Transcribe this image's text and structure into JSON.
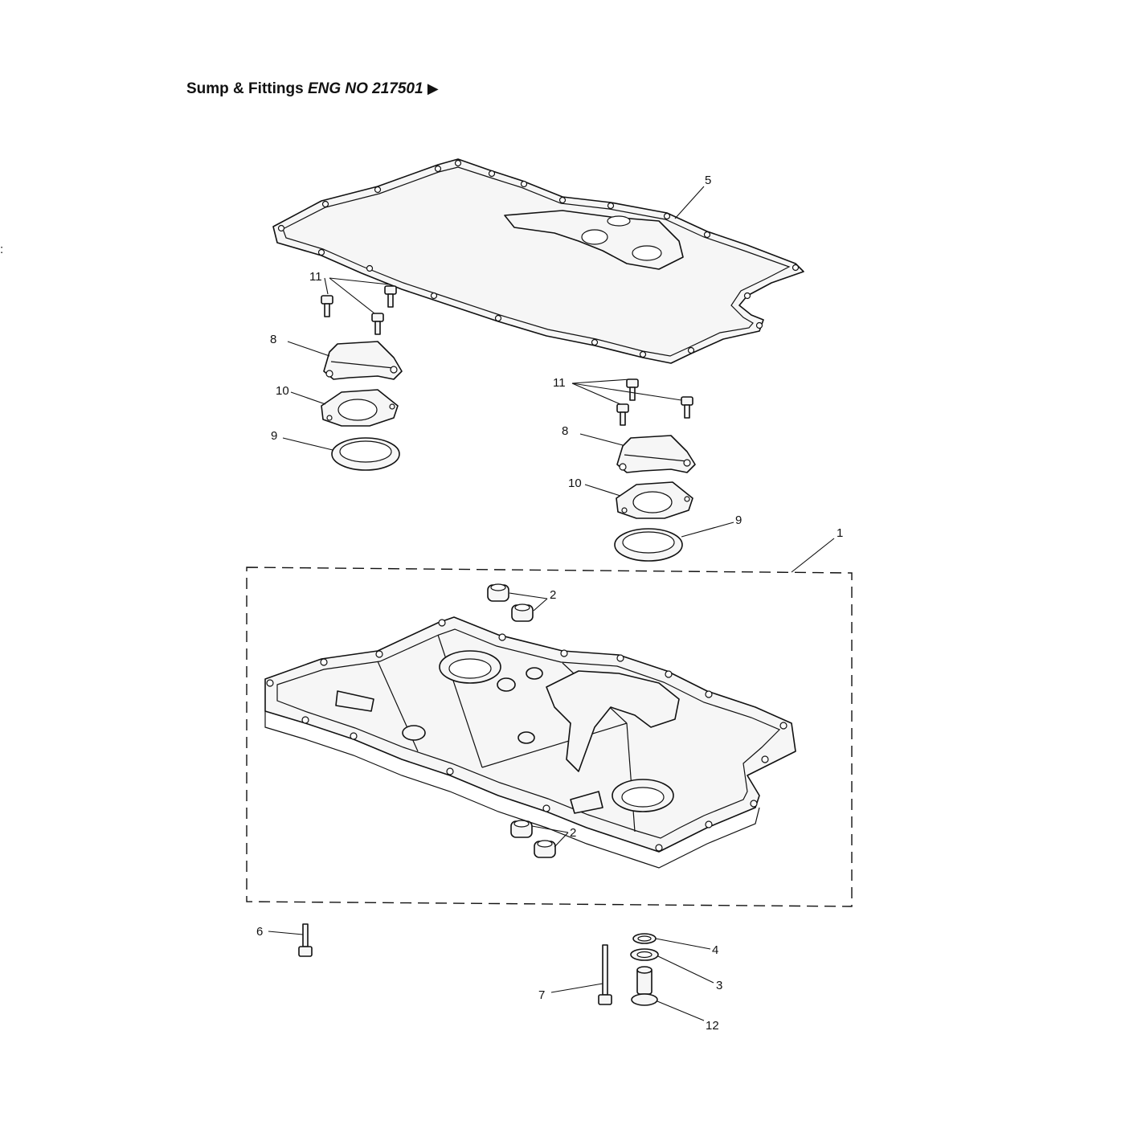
{
  "title": {
    "main": "Sump & Fittings",
    "engine": "ENG NO 217501",
    "arrow": "▶"
  },
  "callouts": {
    "c1": "1",
    "c2a": "2",
    "c2b": "2",
    "c3": "3",
    "c4": "4",
    "c5": "5",
    "c6": "6",
    "c7": "7",
    "c8a": "8",
    "c8b": "8",
    "c9a": "9",
    "c9b": "9",
    "c10a": "10",
    "c10b": "10",
    "c11a": "11",
    "c11b": "11",
    "c12": "12"
  },
  "margin_mark": ":"
}
